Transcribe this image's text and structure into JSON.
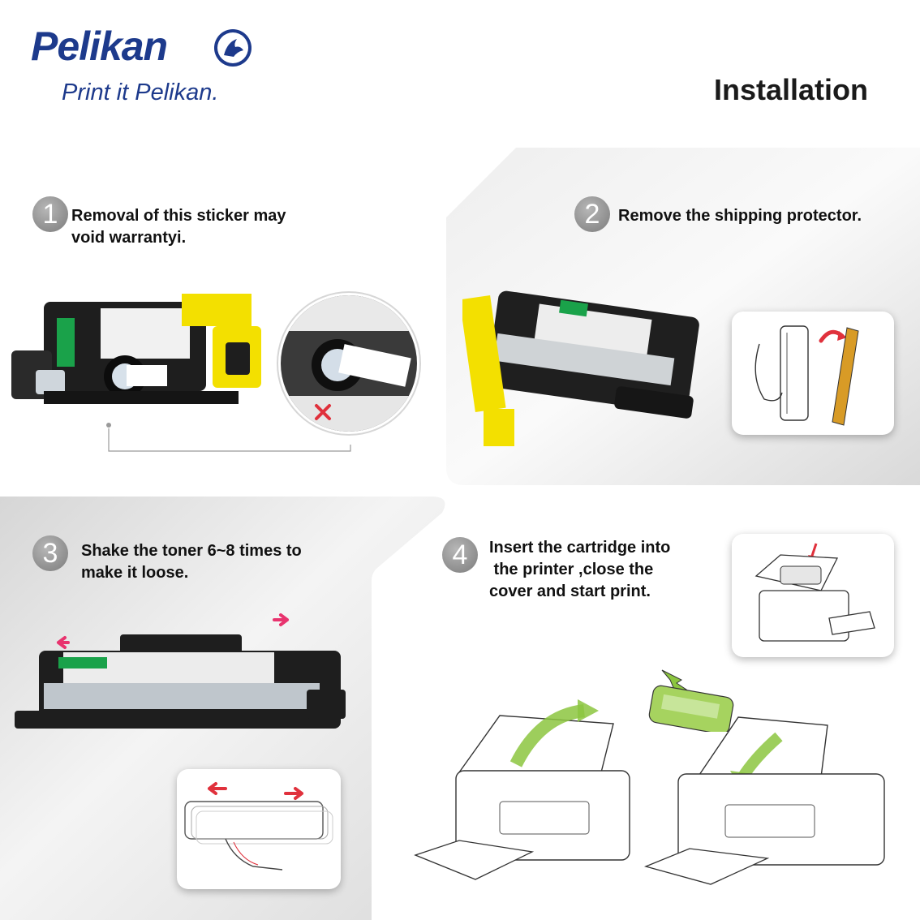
{
  "header": {
    "brand_name": "Pelikan",
    "tagline": "Print it Pelikan.",
    "title": "Installation"
  },
  "steps": [
    {
      "number": "1",
      "lines": [
        "Removal of this sticker may",
        "void warrantyi."
      ]
    },
    {
      "number": "2",
      "lines": [
        "Remove the shipping protector."
      ]
    },
    {
      "number": "3",
      "lines": [
        "Shake the toner 6~8 times to",
        "make it loose."
      ]
    },
    {
      "number": "4",
      "lines": [
        "Insert the cartridge into",
        " the printer ,close the",
        "cover and start print."
      ]
    }
  ],
  "colors": {
    "brand_blue": "#1d3a8c",
    "accent_yellow": "#f3e000",
    "accent_red": "#e0313c",
    "accent_pink": "#e8336e",
    "accent_green": "#8cc63f",
    "panel_gray": "#e4e4e4"
  },
  "icons": [
    "pelican-logo-icon",
    "red-x-mark-icon",
    "left-arrow-icon",
    "right-arrow-icon",
    "curved-arrow-icon"
  ]
}
